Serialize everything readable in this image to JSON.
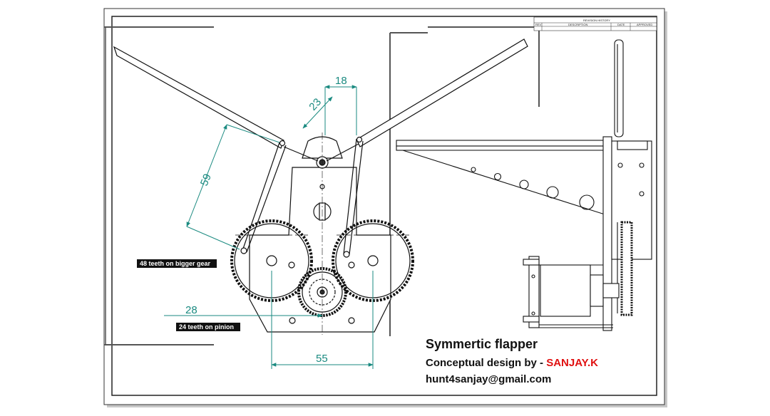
{
  "drawing": {
    "title": "Symmertic flapper",
    "designer_prefix": "Conceptual design by - ",
    "designer_name": "SANJAY.K",
    "email": "hunt4sanjay@gmail.com",
    "designer_name_color": "#e01010"
  },
  "revision_table": {
    "heading": "REVISION HISTORY",
    "columns": [
      "REV",
      "DESCRIPTION",
      "DATE",
      "APPROVED"
    ]
  },
  "dimensions": {
    "top_width": "18",
    "angle_link": "23",
    "rod_length": "59",
    "pinion_offset": "28",
    "gear_spacing": "55",
    "color": "#1a8a80"
  },
  "notes": {
    "bigger_gear": "48 teeth on bigger gear",
    "pinion": "24 teeth on pinion"
  }
}
